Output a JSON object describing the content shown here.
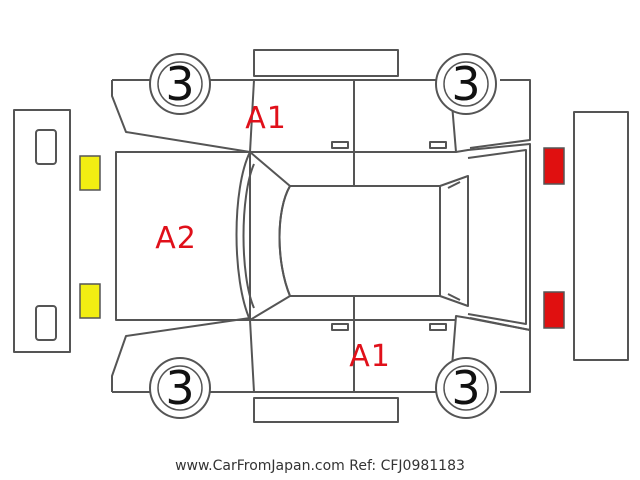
{
  "wheels": {
    "front_left": "3",
    "rear_left": "3",
    "front_right": "3",
    "rear_right": "3"
  },
  "damage_marks": {
    "hood": "A2",
    "left_doors": "A1",
    "right_doors": "A1"
  },
  "colors": {
    "outline": "#555555",
    "damage_text": "#e0101a",
    "headlight": "#f2ee12",
    "taillight": "#e01010"
  },
  "footer": "www.CarFromJapan.com Ref: CFJ0981183"
}
